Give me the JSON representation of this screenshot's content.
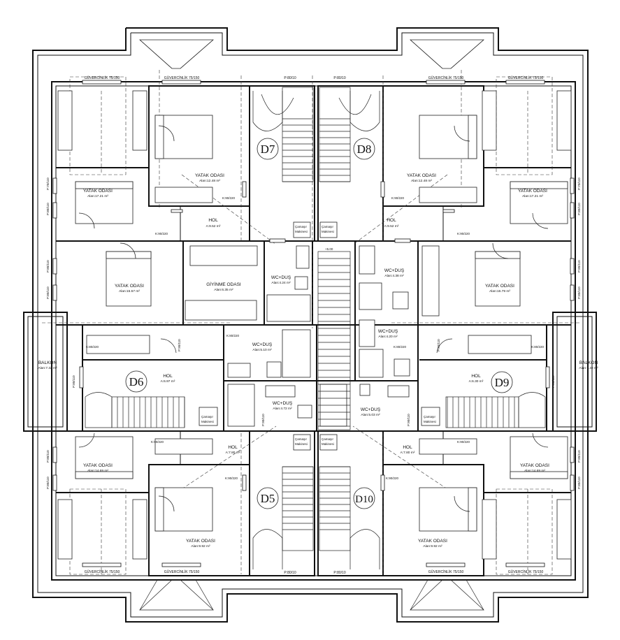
{
  "apartments": [
    {
      "id": "D7"
    },
    {
      "id": "D8"
    },
    {
      "id": "D6"
    },
    {
      "id": "D9"
    },
    {
      "id": "D5"
    },
    {
      "id": "D10"
    }
  ],
  "rooms": [
    {
      "key": "d7_bed_big",
      "name": "YATAK ODASI",
      "area": "Alan:17.21 m²"
    },
    {
      "key": "d7_bed_small",
      "name": "YATAK ODASI",
      "area": "Alan:12.48 m²"
    },
    {
      "key": "d7_hall",
      "name": "HOL",
      "area": "A:9.52 m²"
    },
    {
      "key": "d8_bed_big",
      "name": "YATAK ODASI",
      "area": "Alan:17.21 m²"
    },
    {
      "key": "d8_bed_small",
      "name": "YATAK ODASI",
      "area": "Alan:12.48 m²"
    },
    {
      "key": "d8_hall",
      "name": "HOL",
      "area": "A:9.52 m²"
    },
    {
      "key": "d6_bed",
      "name": "YATAK ODASI",
      "area": "Alan:15.57 m²"
    },
    {
      "key": "d6_dress",
      "name": "GİYİNME ODASI",
      "area": "Alan:6.35 m²"
    },
    {
      "key": "d6_wc1",
      "name": "WC+DUŞ",
      "area": "Alan:4.24 m²"
    },
    {
      "key": "d6_wc2",
      "name": "WC+DUŞ",
      "area": "Alan:5.10 m²"
    },
    {
      "key": "d6_hall",
      "name": "HOL",
      "area": "A:6.97 m²"
    },
    {
      "key": "d6_balkon",
      "name": "BALKON",
      "area": "Alan:7.32 m²"
    },
    {
      "key": "d9_bed",
      "name": "YATAK ODASI",
      "area": "Alan:16.79 m²"
    },
    {
      "key": "d9_wc1",
      "name": "WC+DUŞ",
      "area": "Alan:4.38 m²"
    },
    {
      "key": "d9_wc2",
      "name": "WC+DUŞ",
      "area": "Alan:4.20 m²"
    },
    {
      "key": "d9_hall",
      "name": "HOL",
      "area": "A:6.30 m²"
    },
    {
      "key": "d9_balkon",
      "name": "BALKON",
      "area": "Alan:7.32 m²"
    },
    {
      "key": "d5_wc",
      "name": "WC+DUŞ",
      "area": "Alan:4.72 m²"
    },
    {
      "key": "d5_hall",
      "name": "HOL",
      "area": "A:7.80 m²"
    },
    {
      "key": "d5_bed_big",
      "name": "YATAK ODASI",
      "area": "Alan:14.69 m²"
    },
    {
      "key": "d5_bed_small",
      "name": "YATAK ODASI",
      "area": "Alan:9.92 m²"
    },
    {
      "key": "d10_wc",
      "name": "WC+DUŞ",
      "area": "Alan:5.03 m²"
    },
    {
      "key": "d10_hall",
      "name": "HOL",
      "area": "A:7.80 m²"
    },
    {
      "key": "d10_bed_big",
      "name": "YATAK ODASI",
      "area": "Alan:14.69 m²"
    },
    {
      "key": "d10_bed_small",
      "name": "YATAK ODASI",
      "area": "Alan:9.92 m²"
    }
  ],
  "annotations": {
    "laundry_line1": "Çamaşır",
    "laundry_line2": "Makinesi",
    "door_k90": "K:90/220",
    "door_k80": "K:80/220",
    "window_p80": "P:80/110",
    "window_p90": "P:90/110",
    "window_p70": "P:70/110",
    "window_p80s": "P:80/10",
    "guvercinlik": "GÜVERCİNLİK 75/150",
    "level_mark": "+5.00"
  }
}
